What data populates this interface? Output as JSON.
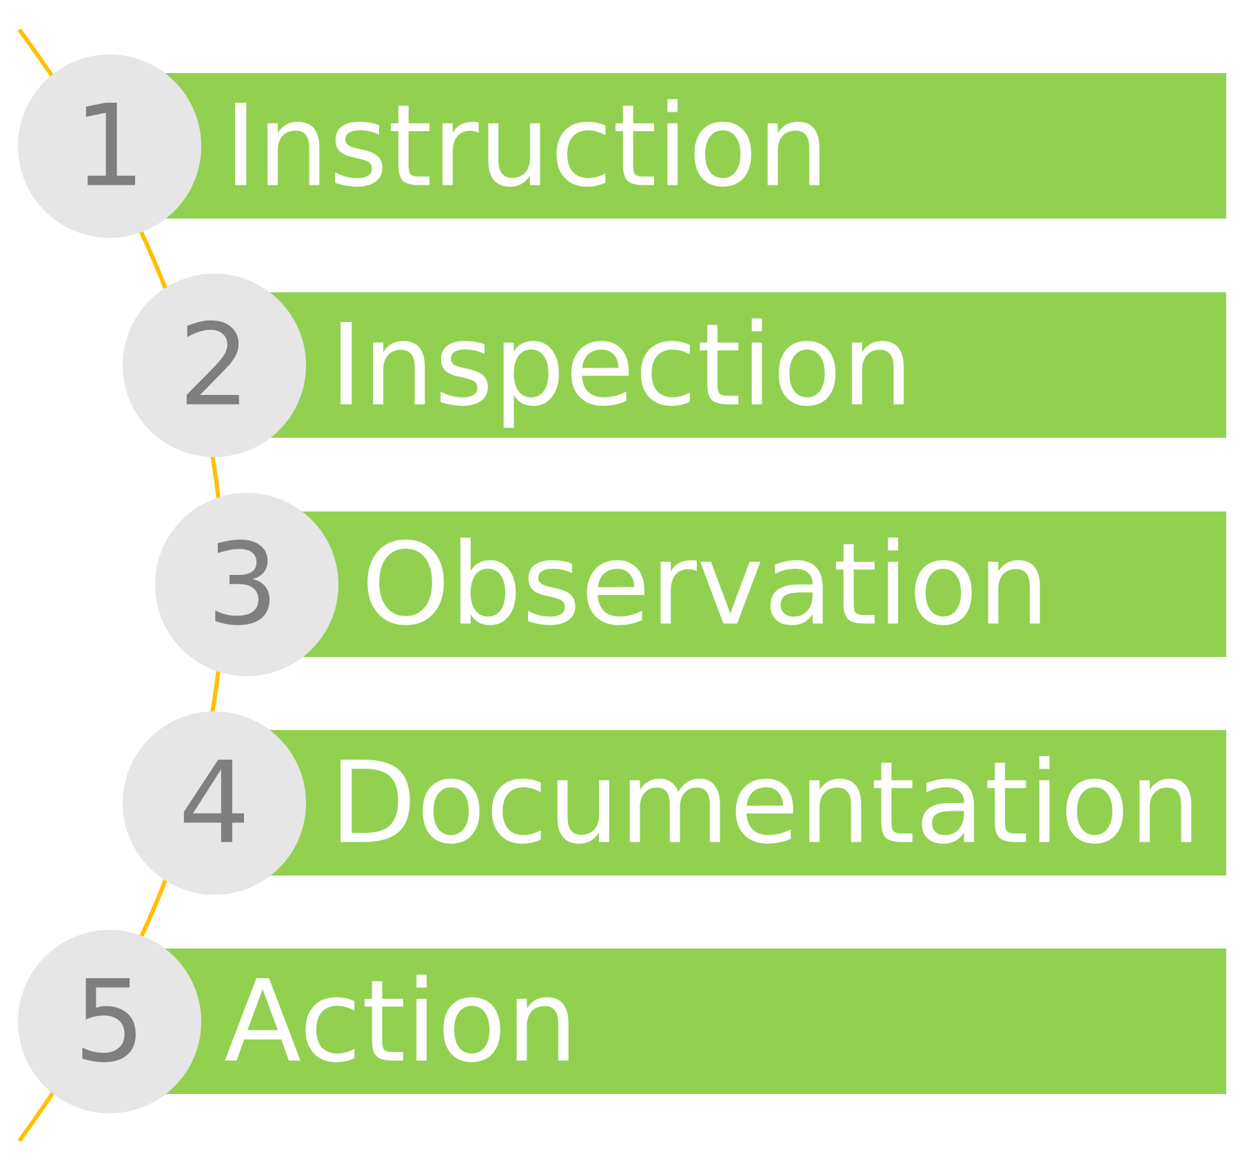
{
  "colors": {
    "bar": "#92d050",
    "circle": "#e6e6e6",
    "arc": "#ffc000",
    "number_text": "#7f7f7f",
    "label_text": "#ffffff"
  },
  "steps": [
    {
      "number": "1",
      "label": "Instruction"
    },
    {
      "number": "2",
      "label": "Inspection"
    },
    {
      "number": "3",
      "label": "Observation"
    },
    {
      "number": "4",
      "label": "Documentation"
    },
    {
      "number": "5",
      "label": "Action"
    }
  ]
}
